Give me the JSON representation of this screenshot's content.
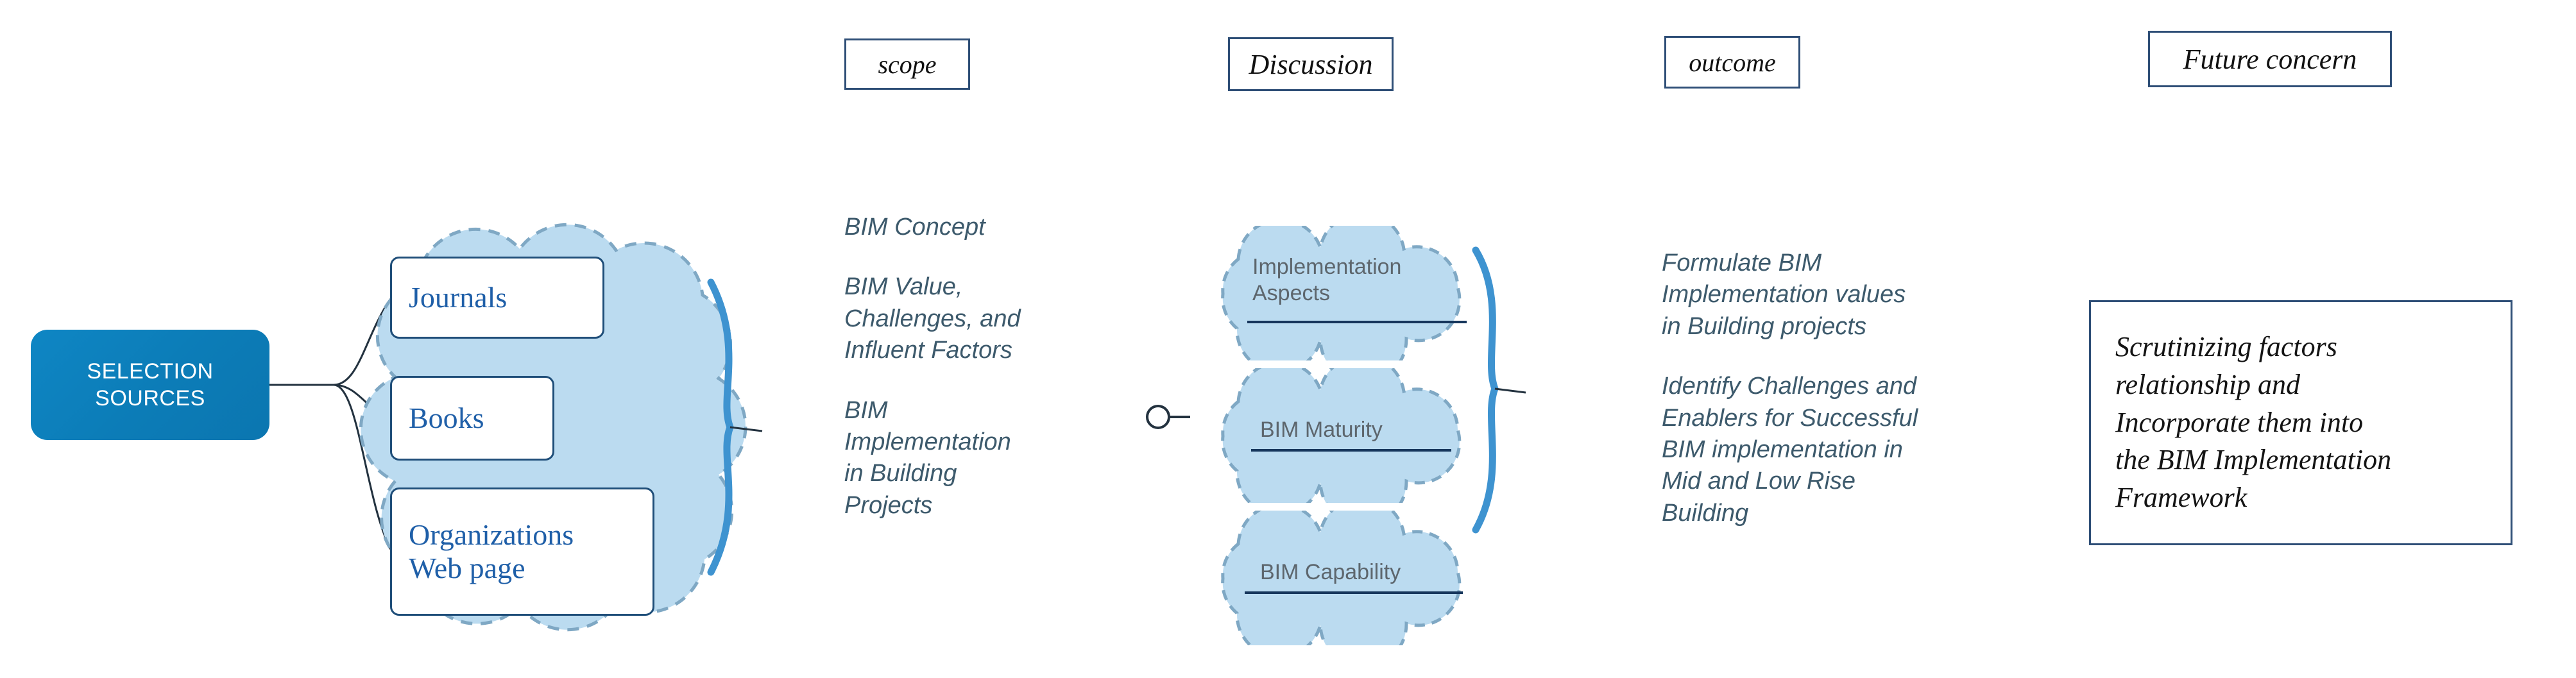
{
  "headers": [
    {
      "id": "scope",
      "label": "scope"
    },
    {
      "id": "discussion",
      "label": "Discussion"
    },
    {
      "id": "outcome",
      "label": "outcome"
    },
    {
      "id": "future",
      "label": "Future concern"
    }
  ],
  "selection_sources": {
    "line1": "SELECTION",
    "line2": "SOURCES"
  },
  "sources": {
    "items": [
      {
        "label": "Journals"
      },
      {
        "label": "Books"
      },
      {
        "label": "Organizations\nWeb page"
      }
    ]
  },
  "scope": {
    "items": [
      "BIM Concept",
      "BIM Value,\nChallenges, and\nInfluent Factors",
      "BIM\nImplementation\nin Building\nProjects"
    ]
  },
  "discussion": {
    "items": [
      "Implementation\nAspects",
      "BIM Maturity",
      "BIM Capability"
    ]
  },
  "outcome": {
    "items": [
      "Formulate BIM\nImplementation values\nin Building projects",
      "Identify Challenges and\nEnablers for Successful\nBIM implementation in\nMid and Low Rise\nBuilding"
    ]
  },
  "future_concern": {
    "text": "Scrutinizing factors\nrelationship and\nIncorporate them into\nthe BIM Implementation\nFramework"
  },
  "colors": {
    "cloud_fill": "#BBDBF0",
    "cloud_dash": "#7FA8C4",
    "cloud_accent": "#3E93D0",
    "source_box_border": "#1F4E79",
    "source_box_text": "#1F5FA8",
    "selection_blue": "#0C7CB7",
    "header_border": "#2F4F77",
    "body_italic_text": "#3D5A6C",
    "discussion_text": "#5D666D",
    "underline": "#16365C",
    "connector": "#23323F"
  }
}
